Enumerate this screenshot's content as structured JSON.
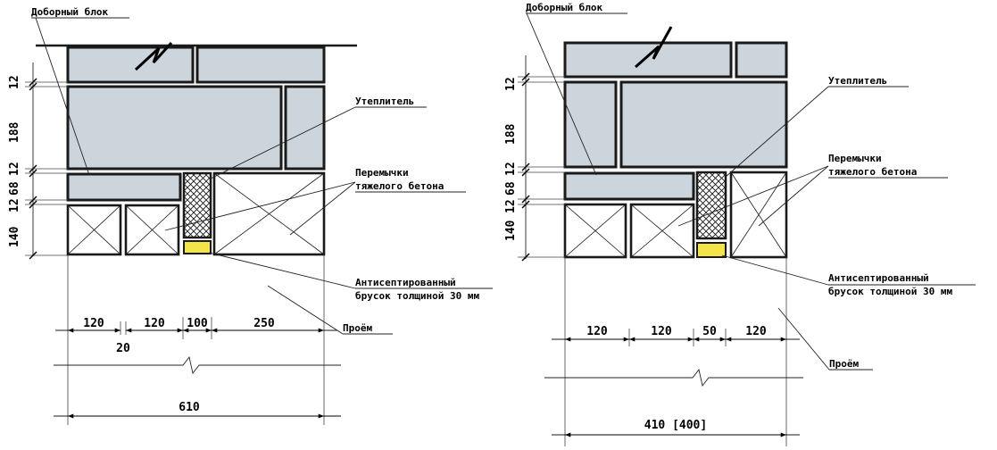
{
  "colors": {
    "block": "#cdd5dc",
    "timber": "#f3e44a",
    "line": "#1a1a1a"
  },
  "left": {
    "label_filler": "Доборный блок",
    "label_insulation": "Утеплитель",
    "label_lintel_1": "Перемычки",
    "label_lintel_2": "тяжелого бетона",
    "label_bar_1": "Антисептированный",
    "label_bar_2": "брусок толщиной 30 мм",
    "label_opening": "Проём",
    "v_dims": [
      "12",
      "188",
      "12",
      "68",
      "12",
      "140"
    ],
    "h_dims": [
      "120",
      "120",
      "100",
      "250"
    ],
    "gap_dim": "20",
    "total": "610"
  },
  "right": {
    "label_filler": "Доборный блок",
    "label_insulation": "Утеплитель",
    "label_lintel_1": "Перемычки",
    "label_lintel_2": "тяжелого бетона",
    "label_bar_1": "Антисептированный",
    "label_bar_2": "брусок толщиной 30 мм",
    "label_opening": "Проём",
    "v_dims": [
      "12",
      "188",
      "12",
      "68",
      "12",
      "140"
    ],
    "h_dims": [
      "120",
      "120",
      "50",
      "120"
    ],
    "total": "410 [400]"
  }
}
